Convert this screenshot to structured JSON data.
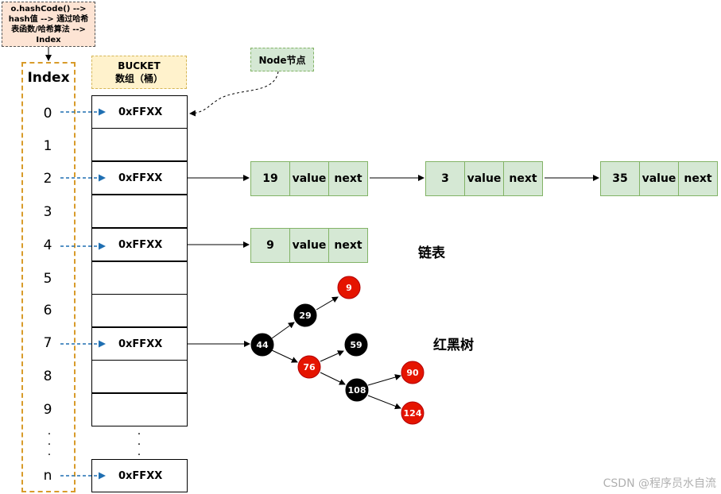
{
  "note": {
    "lines": [
      "o.hashCode() -->",
      "hash值 --> 通过哈希",
      "表函数/哈希算法 -->",
      "Index"
    ]
  },
  "index_title": "Index",
  "indices": [
    "0",
    "1",
    "2",
    "3",
    "4",
    "5",
    "6",
    "7",
    "8",
    "9",
    "n"
  ],
  "bucket": {
    "line1": "BUCKET",
    "line2": "数组（桶）"
  },
  "cells": [
    "0xFFXX",
    "",
    "0xFFXX",
    "",
    "0xFFXX",
    "",
    "",
    "0xFFXX",
    "",
    "",
    "0xFFXX"
  ],
  "node_label": "Node节点",
  "list_row1": [
    {
      "key": "19",
      "value": "value",
      "next": "next"
    },
    {
      "key": "3",
      "value": "value",
      "next": "next"
    },
    {
      "key": "35",
      "value": "value",
      "next": "next"
    }
  ],
  "list_row2": [
    {
      "key": "9",
      "value": "value",
      "next": "next"
    }
  ],
  "linked_list_label": "链表",
  "rbtree_label": "红黑树",
  "tree_nodes": [
    {
      "id": "44",
      "color": "black"
    },
    {
      "id": "29",
      "color": "black"
    },
    {
      "id": "9",
      "color": "red"
    },
    {
      "id": "76",
      "color": "red"
    },
    {
      "id": "59",
      "color": "black"
    },
    {
      "id": "108",
      "color": "black"
    },
    {
      "id": "90",
      "color": "red"
    },
    {
      "id": "124",
      "color": "red"
    }
  ],
  "colors": {
    "red": "#e51400",
    "black": "#000000",
    "node_green": "#d5e8d4",
    "index_border": "#d89b2a",
    "arrow_blue": "#1f6fb2"
  },
  "watermark": "CSDN @程序员水自流"
}
